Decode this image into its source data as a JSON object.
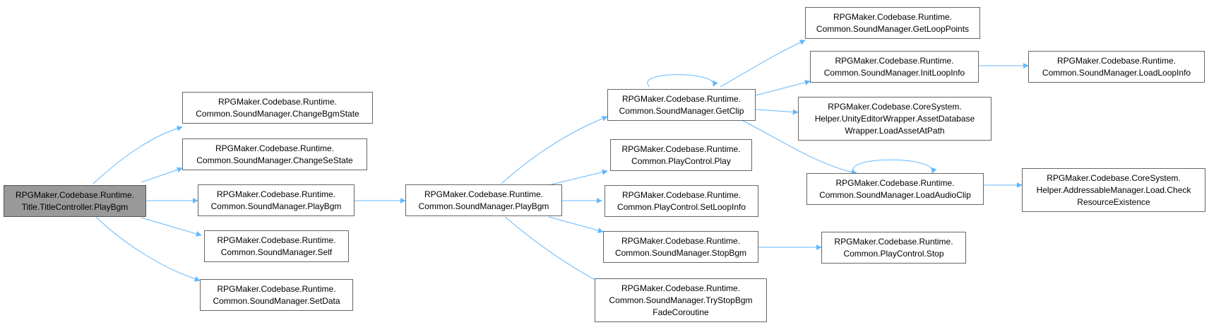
{
  "diagram": {
    "edge_color": "#63b8ff",
    "root_fill": "#999999",
    "nodes": {
      "root": [
        "RPGMaker.Codebase.Runtime.",
        "Title.TitleController.PlayBgm"
      ],
      "change_bgm_state": [
        "RPGMaker.Codebase.Runtime.",
        "Common.SoundManager.ChangeBgmState"
      ],
      "change_se_state": [
        "RPGMaker.Codebase.Runtime.",
        "Common.SoundManager.ChangeSeState"
      ],
      "sm_play_bgm_a": [
        "RPGMaker.Codebase.Runtime.",
        "Common.SoundManager.PlayBgm"
      ],
      "sm_self": [
        "RPGMaker.Codebase.Runtime.",
        "Common.SoundManager.Self"
      ],
      "sm_set_data": [
        "RPGMaker.Codebase.Runtime.",
        "Common.SoundManager.SetData"
      ],
      "sm_play_bgm_b": [
        "RPGMaker.Codebase.Runtime.",
        "Common.SoundManager.PlayBgm"
      ],
      "get_clip": [
        "RPGMaker.Codebase.Runtime.",
        "Common.SoundManager.GetClip"
      ],
      "pc_play": [
        "RPGMaker.Codebase.Runtime.",
        "Common.PlayControl.Play"
      ],
      "pc_set_loop_info": [
        "RPGMaker.Codebase.Runtime.",
        "Common.PlayControl.SetLoopInfo"
      ],
      "sm_stop_bgm": [
        "RPGMaker.Codebase.Runtime.",
        "Common.SoundManager.StopBgm"
      ],
      "try_stop_bgm": [
        "RPGMaker.Codebase.Runtime.",
        "Common.SoundManager.TryStopBgm",
        "FadeCoroutine"
      ],
      "get_loop_points": [
        "RPGMaker.Codebase.Runtime.",
        "Common.SoundManager.GetLoopPoints"
      ],
      "init_loop_info": [
        "RPGMaker.Codebase.Runtime.",
        "Common.SoundManager.InitLoopInfo"
      ],
      "load_asset_at_path": [
        "RPGMaker.Codebase.CoreSystem.",
        "Helper.UnityEditorWrapper.AssetDatabase",
        "Wrapper.LoadAssetAtPath"
      ],
      "load_audio_clip": [
        "RPGMaker.Codebase.Runtime.",
        "Common.SoundManager.LoadAudioClip"
      ],
      "pc_stop": [
        "RPGMaker.Codebase.Runtime.",
        "Common.PlayControl.Stop"
      ],
      "load_loop_info": [
        "RPGMaker.Codebase.Runtime.",
        "Common.SoundManager.LoadLoopInfo"
      ],
      "check_resource": [
        "RPGMaker.Codebase.CoreSystem.",
        "Helper.AddressableManager.Load.Check",
        "ResourceExistence"
      ]
    }
  }
}
